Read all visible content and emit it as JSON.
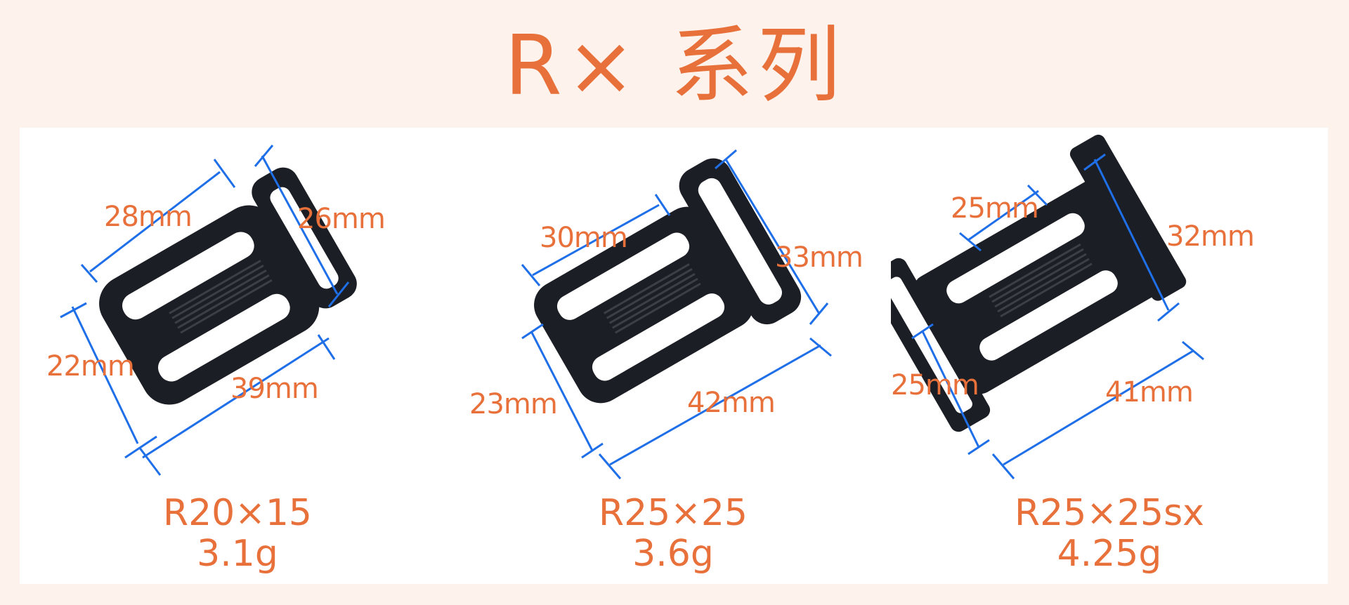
{
  "title": "R× 系列",
  "products": [
    {
      "model": "R20×15",
      "weight": "3.1g",
      "dims": {
        "top": "28mm",
        "side": "26mm",
        "left": "22mm",
        "bottom": "39mm"
      }
    },
    {
      "model": "R25×25",
      "weight": "3.6g",
      "dims": {
        "top": "30mm",
        "side": "33mm",
        "left": "23mm",
        "bottom": "42mm"
      }
    },
    {
      "model": "R25×25sx",
      "weight": "4.25g",
      "dims": {
        "top": "25mm",
        "side": "32mm",
        "left": "25mm",
        "bottom": "41mm"
      }
    }
  ],
  "colors": {
    "accent": "#e8703a",
    "dimension_line": "#1f6fe8",
    "buckle": "#1b1e24",
    "background": "#fdf3ec"
  }
}
